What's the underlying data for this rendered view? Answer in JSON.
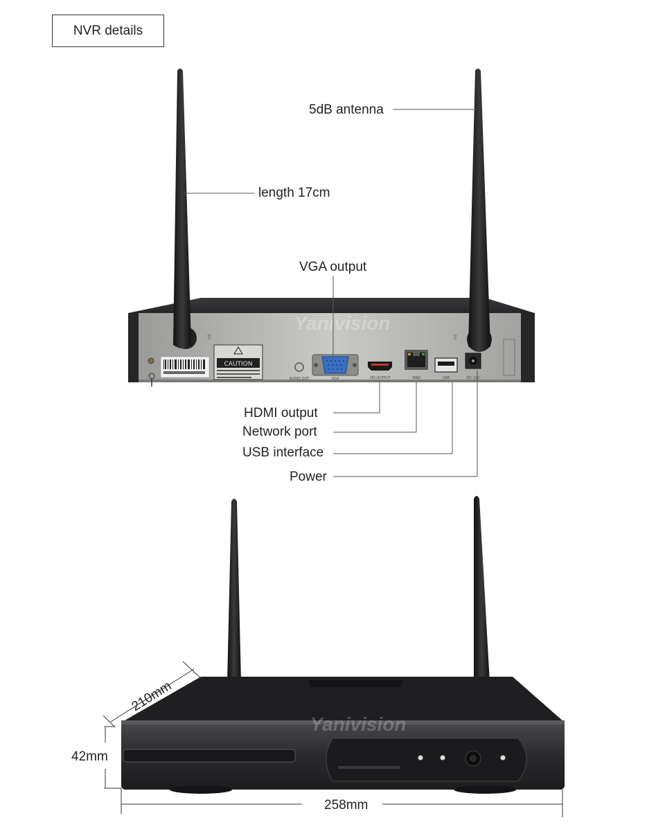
{
  "header": {
    "title": "NVR details"
  },
  "callouts": {
    "antenna": "5dB antenna",
    "length": "length 17cm",
    "vga": "VGA output",
    "hdmi": "HDMI output",
    "network": "Network port",
    "usb": "USB interface",
    "power": "Power"
  },
  "dimensions": {
    "depth": "210mm",
    "height": "42mm",
    "width": "258mm"
  },
  "back_panel": {
    "caution": "CAUTION",
    "audio_out": "AUDIO OUT",
    "vga_port": "VGA",
    "hd_output": "HD OUTPUT",
    "wan": "WAN",
    "usb_port": "USB",
    "dc": "DC 12V"
  },
  "watermark": "Yanivision",
  "colors": {
    "device": "#2a2a2c",
    "panel": "#b9b9b6",
    "vga_blue": "#3a6fc2",
    "line": "#555555"
  }
}
